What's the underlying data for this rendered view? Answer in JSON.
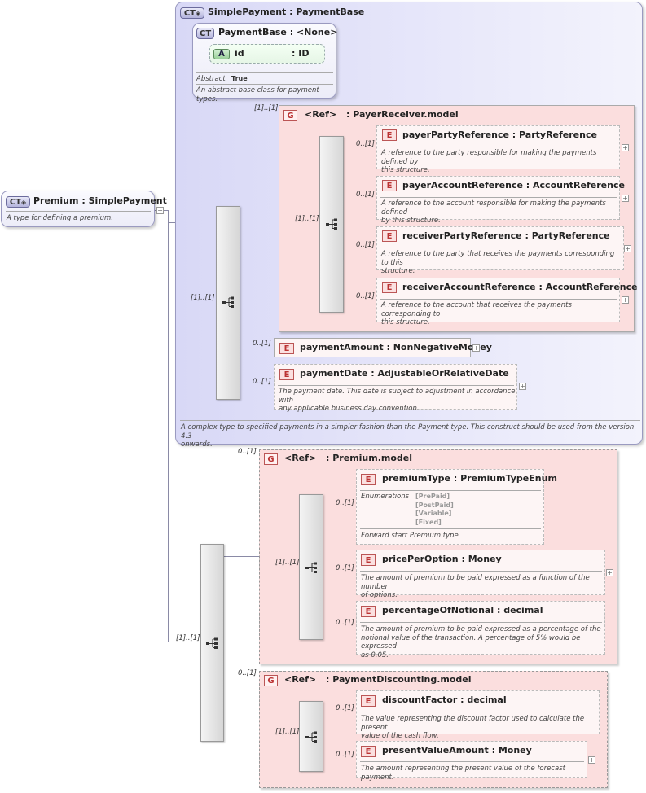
{
  "premium": {
    "badge": "CT",
    "name": "Premium",
    "base": "SimplePayment",
    "description": "A type for defining a premium."
  },
  "simple_payment": {
    "badge": "CT",
    "name": "SimplePayment",
    "base": "PaymentBase",
    "description_line1": "A complex type to specified payments in a simpler fashion than the Payment type. This construct should be used from the version 4.3",
    "description_line2": "onwards.",
    "payment_base": {
      "badge": "CT",
      "name": "PaymentBase",
      "base": "<None>",
      "attribute": {
        "badge": "A",
        "name": "id",
        "type": "ID"
      },
      "abstract_label": "Abstract",
      "abstract_value": "True",
      "description": "An abstract base class for payment types."
    },
    "sequence_cardinality": "[1]..[1]",
    "payer_receiver_group": {
      "badge": "G",
      "ref": "<Ref>",
      "name": "PayerReceiver.model",
      "cardinality": "[1]..[1]",
      "inner_sequence_cardinality": "[1]..[1]",
      "elements": [
        {
          "badge": "E",
          "name": "payerPartyReference",
          "type": "PartyReference",
          "cardinality": "0..[1]",
          "desc1": "A reference to the party responsible for making the payments defined by",
          "desc2": "this structure."
        },
        {
          "badge": "E",
          "name": "payerAccountReference",
          "type": "AccountReference",
          "cardinality": "0..[1]",
          "desc1": "A reference to the account responsible for making the payments defined",
          "desc2": "by this structure."
        },
        {
          "badge": "E",
          "name": "receiverPartyReference",
          "type": "PartyReference",
          "cardinality": "0..[1]",
          "desc1": "A reference to the party that receives the payments corresponding to this",
          "desc2": "structure."
        },
        {
          "badge": "E",
          "name": "receiverAccountReference",
          "type": "AccountReference",
          "cardinality": "0..[1]",
          "desc1": "A reference to the account that receives the payments corresponding to",
          "desc2": "this structure."
        }
      ]
    },
    "payment_amount": {
      "badge": "E",
      "name": "paymentAmount",
      "type": "NonNegativeMoney",
      "cardinality": "0..[1]"
    },
    "payment_date": {
      "badge": "E",
      "name": "paymentDate",
      "type": "AdjustableOrRelativeDate",
      "cardinality": "0..[1]",
      "desc1": "The payment date. This date is subject to adjustment in accordance with",
      "desc2": "any applicable business day convention."
    }
  },
  "main_sequence_cardinality": "[1]..[1]",
  "premium_group": {
    "badge": "G",
    "ref": "<Ref>",
    "name": "Premium.model",
    "cardinality": "0..[1]",
    "inner_sequence_cardinality": "[1]..[1]",
    "premium_type": {
      "badge": "E",
      "name": "premiumType",
      "type": "PremiumTypeEnum",
      "cardinality": "0..[1]",
      "enumerations_label": "Enumerations",
      "enumerations": [
        "[PrePaid]",
        "[PostPaid]",
        "[Variable]",
        "[Fixed]"
      ],
      "description": "Forward start Premium type"
    },
    "price_per_option": {
      "badge": "E",
      "name": "pricePerOption",
      "type": "Money",
      "cardinality": "0..[1]",
      "desc1": "The amount of premium to be paid expressed as a function of the number",
      "desc2": "of options."
    },
    "percentage_of_notional": {
      "badge": "E",
      "name": "percentageOfNotional",
      "type": "decimal",
      "cardinality": "0..[1]",
      "desc1": "The amount of premium to be paid expressed as a percentage of the",
      "desc2": "notional value of the transaction. A percentage of 5% would be expressed",
      "desc3": "as 0.05."
    }
  },
  "discounting_group": {
    "badge": "G",
    "ref": "<Ref>",
    "name": "PaymentDiscounting.model",
    "cardinality": "0..[1]",
    "inner_sequence_cardinality": "[1]..[1]",
    "discount_factor": {
      "badge": "E",
      "name": "discountFactor",
      "type": "decimal",
      "cardinality": "0..[1]",
      "desc1": "The value representing the discount factor used to calculate the present",
      "desc2": "value of the cash flow."
    },
    "present_value_amount": {
      "badge": "E",
      "name": "presentValueAmount",
      "type": "Money",
      "cardinality": "0..[1]",
      "desc1": "The amount representing the present value of the forecast payment."
    }
  },
  "colon": ":",
  "plus": "+",
  "minus": "−"
}
